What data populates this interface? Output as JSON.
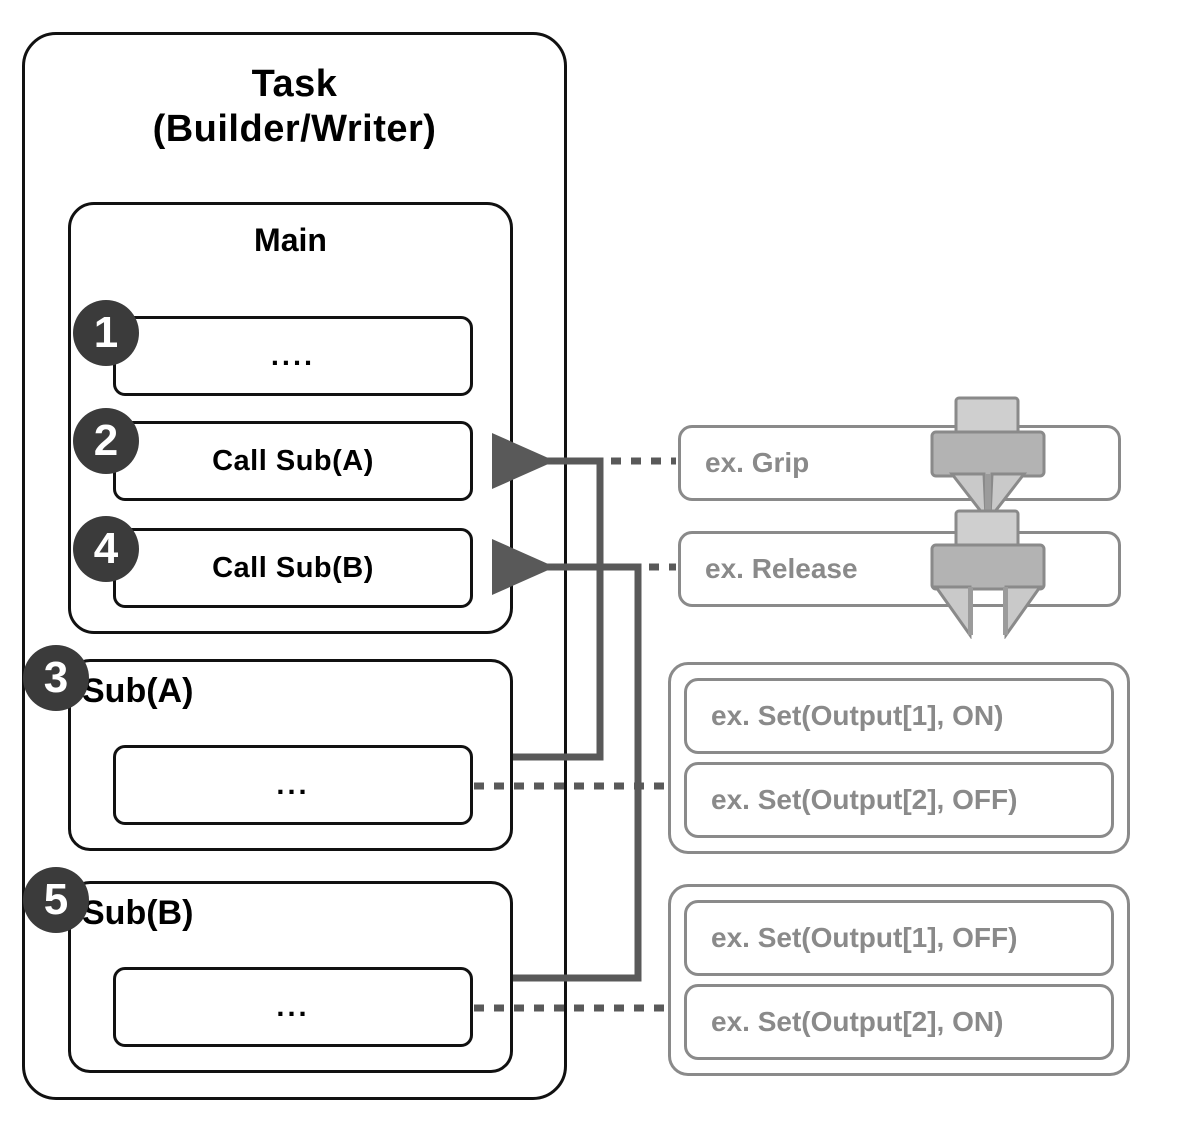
{
  "diagram": {
    "type": "flow-structure-diagram",
    "title_text": "Task\n(Builder/Writer)"
  },
  "task_container": {
    "name": "task-container",
    "title_line1": "Task",
    "title_line2": "(Builder/Writer)",
    "title": "Task\n(Builder/Writer)"
  },
  "main_block": {
    "name": "main-block",
    "title": "Main",
    "statements": [
      {
        "step": "1",
        "label": "....",
        "is_dots": true
      },
      {
        "step": "2",
        "label": "Call Sub(A)",
        "is_dots": false
      },
      {
        "step": "4",
        "label": "Call Sub(B)",
        "is_dots": false
      }
    ]
  },
  "sub_blocks": [
    {
      "step": "3",
      "name": "sub-a-block",
      "title": "Sub(A)",
      "body_label": "..."
    },
    {
      "step": "5",
      "name": "sub-b-block",
      "title": "Sub(B)",
      "body_label": "..."
    }
  ],
  "examples": {
    "grip": {
      "label": "ex. Grip",
      "icon": "gripper-closed-icon"
    },
    "release": {
      "label": "ex. Release",
      "icon": "gripper-open-icon"
    },
    "sub_a_outputs": {
      "name": "sub-a-output-group",
      "items": [
        {
          "label": "ex. Set(Output[1], ON)"
        },
        {
          "label": "ex. Set(Output[2], OFF)"
        }
      ]
    },
    "sub_b_outputs": {
      "name": "sub-b-output-group",
      "items": [
        {
          "label": "ex. Set(Output[1], OFF)"
        },
        {
          "label": "ex. Set(Output[2], ON)"
        }
      ]
    }
  },
  "colors": {
    "outline_dark": "#111111",
    "outline_gray": "#8a8a8a",
    "badge_fill": "#3b3b3b",
    "badge_text": "#ffffff",
    "example_text": "#8a8a8a",
    "connector": "#595959",
    "gripper_light": "#c9c9c9",
    "gripper_mid": "#b0b0b0",
    "background": "#ffffff"
  },
  "connectors": {
    "call_sub_a_return": "Sub(A) body returns to Call Sub(A)",
    "call_sub_b_return": "Sub(B) body returns to Call Sub(B)",
    "dotted_links": [
      "Call Sub(A) to ex. Grip",
      "Call Sub(B) to ex. Release",
      "Sub(A) body to Set(Output) group A",
      "Sub(B) body to Set(Output) group B"
    ]
  }
}
